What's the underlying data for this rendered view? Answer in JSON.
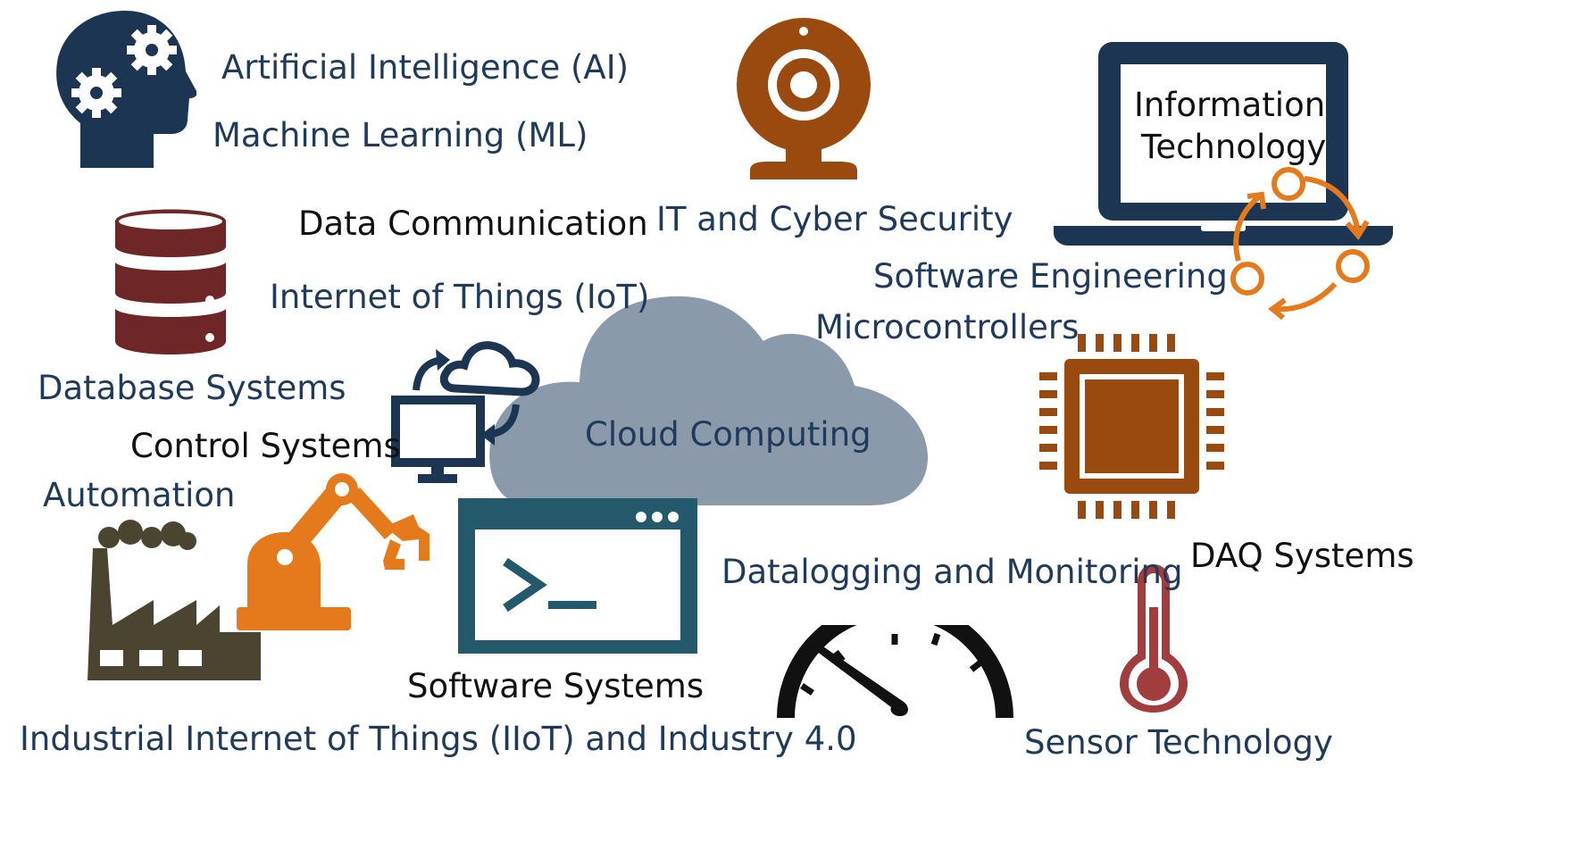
{
  "labels": {
    "ai": "Artificial Intelligence (AI)",
    "ml": "Machine Learning (ML)",
    "data_comm": "Data Communication",
    "iot": "Internet of Things (IoT)",
    "it_security": "IT and Cyber Security",
    "info_tech_line1": "Information",
    "info_tech_line2": "Technology",
    "software_engineering": "Software Engineering",
    "microcontrollers": "Microcontrollers",
    "database_systems": "Database Systems",
    "control_systems": "Control Systems",
    "cloud_computing": "Cloud Computing",
    "automation": "Automation",
    "datalogging": "Datalogging and Monitoring",
    "daq_systems": "DAQ Systems",
    "software_systems": "Software Systems",
    "iiot": "Industrial Internet of Things (IIoT) and Industry 4.0",
    "sensor_technology": "Sensor Technology"
  },
  "icons": [
    "head-gears-icon",
    "webcam-icon",
    "laptop-icon",
    "cycle-arrows-icon",
    "database-icon",
    "sync-cloud-monitor-icon",
    "cloud-icon",
    "microchip-icon",
    "robot-arm-icon",
    "factory-icon",
    "terminal-window-icon",
    "gauge-icon",
    "thermometer-icon"
  ],
  "colors": {
    "navy": "#1c3553",
    "brown": "#9a4a0f",
    "maroon": "#6e2626",
    "orange": "#e57a1c",
    "cloud": "#8a9aab",
    "teal": "#24596b",
    "olive": "#4b4431",
    "red": "#a23d3d"
  }
}
